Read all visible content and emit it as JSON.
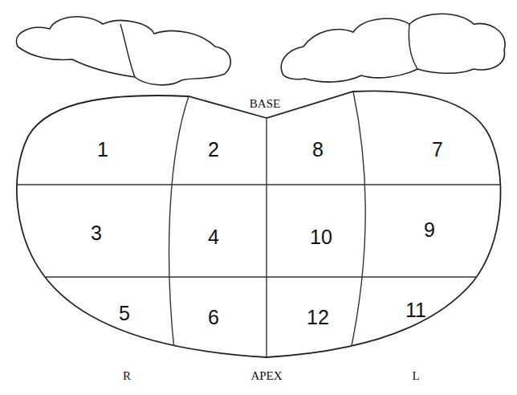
{
  "diagram": {
    "labels": [
      "BASE",
      "1",
      "2",
      "8",
      "7",
      "3",
      "4",
      "10",
      "9",
      "5",
      "6",
      "12",
      "11",
      "R",
      "APEX",
      "L"
    ]
  }
}
